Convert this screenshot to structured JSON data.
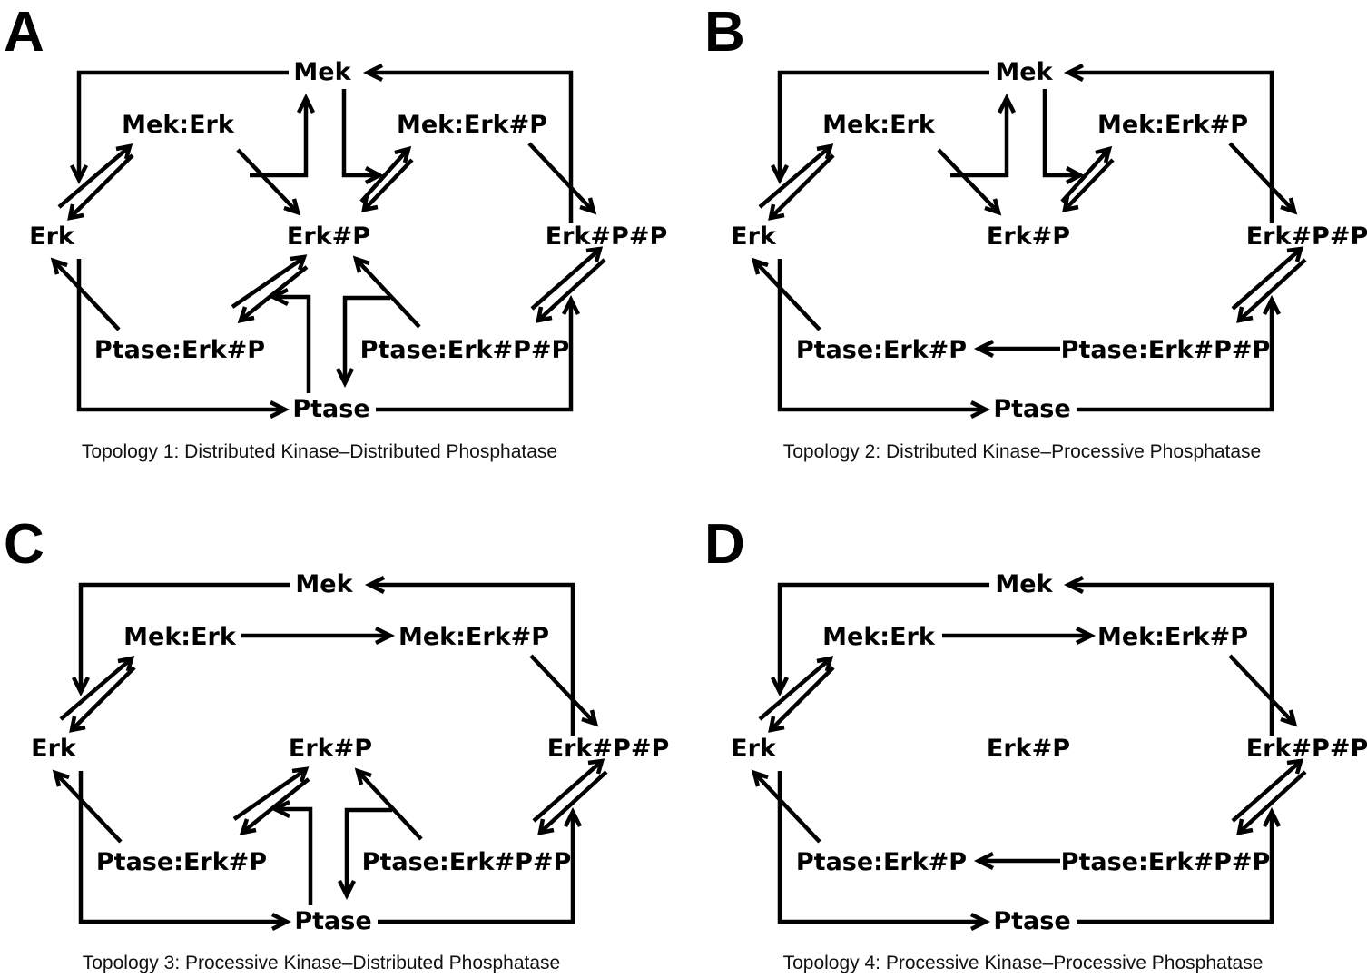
{
  "panels": [
    {
      "letter": "A",
      "caption": "Topology 1: Distributed Kinase–Distributed Phosphatase",
      "nodes": {
        "mek": "Mek",
        "mek_erk": "Mek:Erk",
        "mek_erkp": "Mek:Erk#P",
        "erk": "Erk",
        "erkp": "Erk#P",
        "erkpp": "Erk#P#P",
        "ptase_erkp": "Ptase:Erk#P",
        "ptase_erkpp": "Ptase:Erk#P#P",
        "ptase": "Ptase"
      }
    },
    {
      "letter": "B",
      "caption": "Topology 2: Distributed Kinase–Processive Phosphatase",
      "nodes": {
        "mek": "Mek",
        "mek_erk": "Mek:Erk",
        "mek_erkp": "Mek:Erk#P",
        "erk": "Erk",
        "erkp": "Erk#P",
        "erkpp": "Erk#P#P",
        "ptase_erkp": "Ptase:Erk#P",
        "ptase_erkpp": "Ptase:Erk#P#P",
        "ptase": "Ptase"
      }
    },
    {
      "letter": "C",
      "caption": "Topology 3: Processive Kinase–Distributed Phosphatase",
      "nodes": {
        "mek": "Mek",
        "mek_erk": "Mek:Erk",
        "mek_erkp": "Mek:Erk#P",
        "erk": "Erk",
        "erkp": "Erk#P",
        "erkpp": "Erk#P#P",
        "ptase_erkp": "Ptase:Erk#P",
        "ptase_erkpp": "Ptase:Erk#P#P",
        "ptase": "Ptase"
      }
    },
    {
      "letter": "D",
      "caption": "Topology 4: Processive Kinase–Processive Phosphatase",
      "nodes": {
        "mek": "Mek",
        "mek_erk": "Mek:Erk",
        "mek_erkp": "Mek:Erk#P",
        "erk": "Erk",
        "erkp": "Erk#P",
        "erkpp": "Erk#P#P",
        "ptase_erkp": "Ptase:Erk#P",
        "ptase_erkpp": "Ptase:Erk#P#P",
        "ptase": "Ptase"
      }
    }
  ]
}
